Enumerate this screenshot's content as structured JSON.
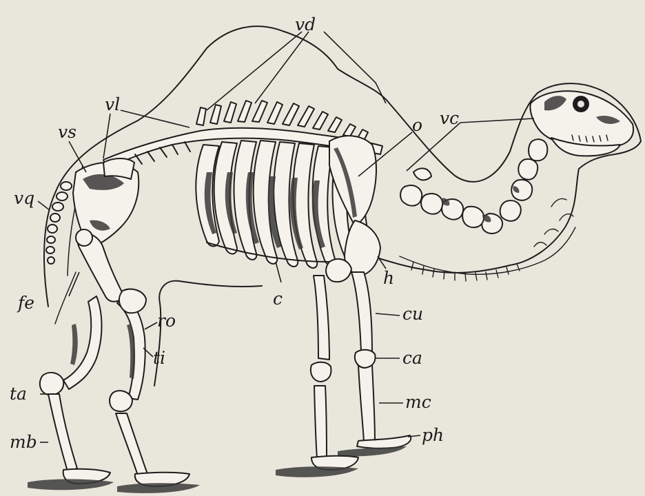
{
  "labels": {
    "vd": "vd",
    "vl": "vl",
    "vs": "vs",
    "vq": "vq",
    "fe": "fe",
    "ta": "ta",
    "mb": "mb",
    "ro": "ro",
    "ti": "ti",
    "c": "c",
    "o": "o",
    "vc": "vc",
    "h": "h",
    "cu": "cu",
    "ca": "ca",
    "mc": "mc",
    "ph": "ph"
  },
  "colors": {
    "paper": "#e9e6dc",
    "ink": "#1d1d1d",
    "bone": "#f4f2ea"
  }
}
